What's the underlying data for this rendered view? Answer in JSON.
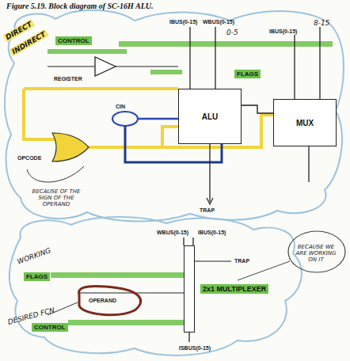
{
  "diagram": {
    "caption": "Figure 5.19. Block diagram of SC-16H ALU.",
    "nodes": [
      {
        "text": [
          "ALU"
        ]
      },
      {
        "text": [
          "MUX"
        ]
      },
      {
        "text": [
          "2x1 MULTIPLEXER"
        ]
      }
    ],
    "edges": [
      {
        "from": 0,
        "to": 1,
        "arrow": "none"
      }
    ],
    "labels": [
      "DIRECT",
      "INDIRECT",
      "IBUS(0-15)",
      "WBUS(0-15)",
      "0-5",
      "IBUS(0-15)",
      "8-15",
      "CONTROL",
      "REGISTER",
      "FLAGS",
      "OPCODE",
      "CIN",
      "TRAP",
      "BECAUSE OF THE SIGN OF THE OPERAND",
      "WORKING",
      "WBUS(0-15)",
      "IBUS(0-15)",
      "TRAP",
      "DESIRED FCN",
      "OPERAND",
      "CONTROL",
      "ISBUS(0-15)",
      "BECAUSE WE ARE WORKING ON IT",
      "FLAGS"
    ]
  }
}
